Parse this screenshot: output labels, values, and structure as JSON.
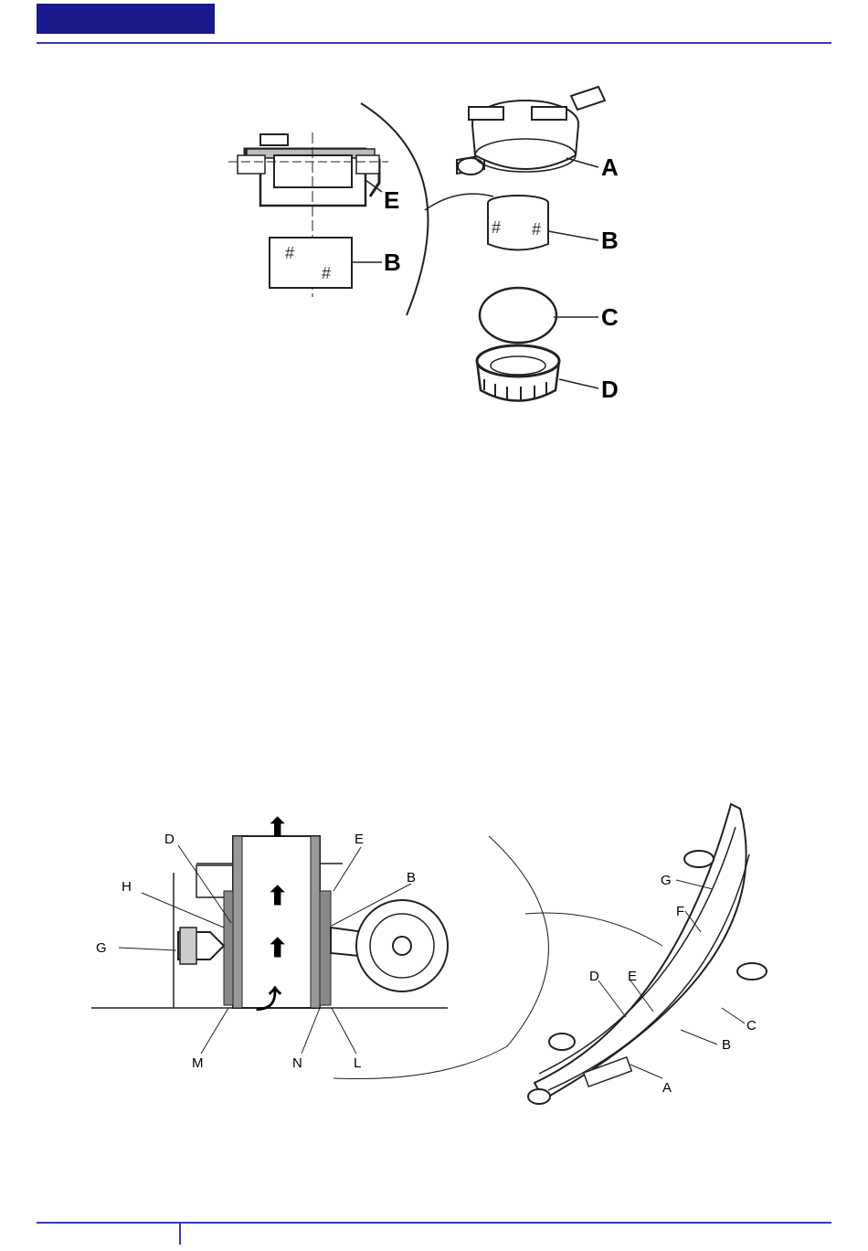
{
  "figure1": {
    "labels": {
      "a": "A",
      "b": "B",
      "c": "C",
      "d": "D",
      "e": "E",
      "b_detail": "B"
    }
  },
  "figure2": {
    "detail_labels": {
      "d": "D",
      "e": "E",
      "h": "H",
      "b": "B",
      "g": "G",
      "m": "M",
      "n": "N",
      "l": "L"
    },
    "assembly_labels": {
      "g": "G",
      "f": "F",
      "d": "D",
      "e": "E",
      "c": "C",
      "b": "B",
      "a": "A"
    }
  }
}
